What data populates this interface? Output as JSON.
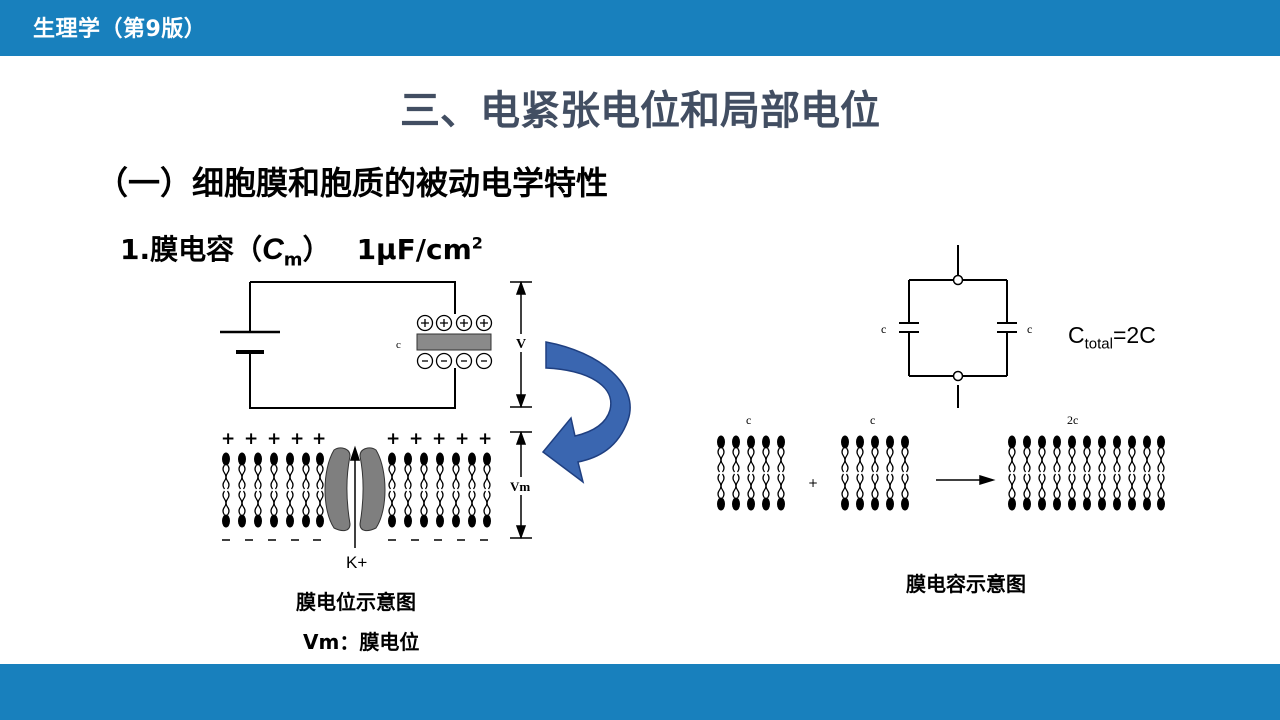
{
  "header": {
    "book_title": "生理学（第9版）"
  },
  "slide": {
    "title": "三、电紧张电位和局部电位",
    "subtitle": "（一）细胞膜和胞质的被动电学特性",
    "point": {
      "prefix": "1.膜电容（",
      "symbol": "C",
      "subscript": "m",
      "suffix": "）",
      "value": "1μF/cm",
      "exponent": "2"
    }
  },
  "left_figure": {
    "cap_label": "c",
    "voltage_label": "V",
    "vm_label": "Vm",
    "ion_label": "K+",
    "caption": "膜电位示意图",
    "note": "Vm：膜电位"
  },
  "right_figure": {
    "cap_label_left": "c",
    "cap_label_right": "c",
    "total_base": "C",
    "total_sub": "total",
    "total_rest": "=2C",
    "membrane_label_1": "c",
    "membrane_label_2": "c",
    "membrane_label_3": "2c",
    "plus_sign": "+",
    "caption": "膜电容示意图"
  },
  "colors": {
    "bar": "#1880bd",
    "title": "#424e62",
    "arrow": "#3a66b0",
    "channel": "#7f7f7f"
  }
}
